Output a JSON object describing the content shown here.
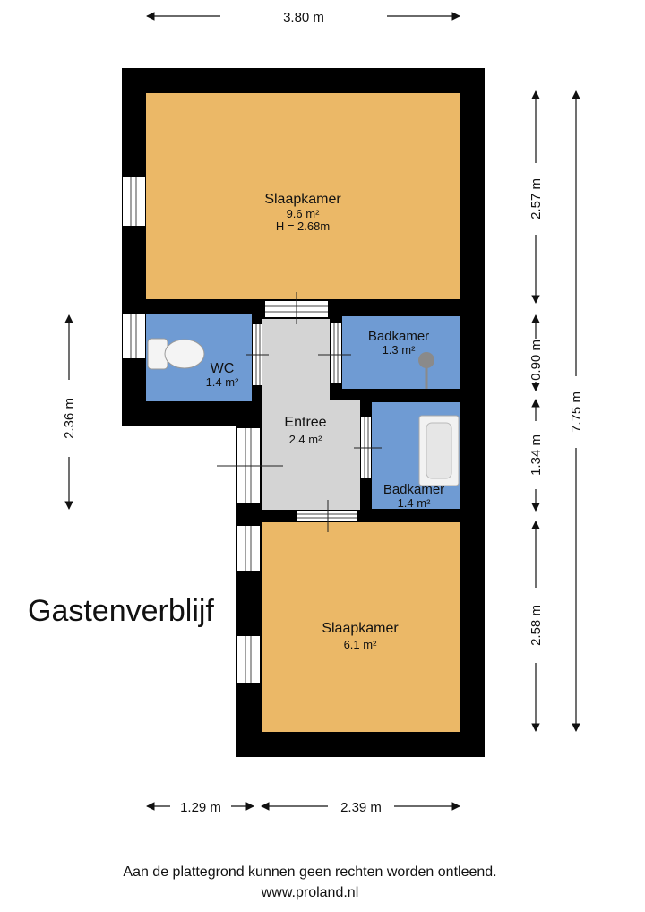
{
  "title": "Gastenverblijf",
  "colors": {
    "wall": "#000000",
    "bedroom": "#ebb867",
    "bathroom": "#6f9bd3",
    "entrance": "#d4d4d4",
    "dimension_line": "#111111"
  },
  "rooms": {
    "bedroom_top": {
      "name": "Slaapkamer",
      "area": "9.6 m²",
      "height": "H = 2.68m"
    },
    "wc": {
      "name": "WC",
      "area": "1.4 m²"
    },
    "bathroom_1": {
      "name": "Badkamer",
      "area": "1.3 m²"
    },
    "entrance": {
      "name": "Entree",
      "area": "2.4 m²"
    },
    "bathroom_2": {
      "name": "Badkamer",
      "area": "1.4 m²"
    },
    "bedroom_bottom": {
      "name": "Slaapkamer",
      "area": "6.1 m²"
    }
  },
  "fixtures": [
    "toilet-icon",
    "shower-icon",
    "bathtub-icon"
  ],
  "dimensions": {
    "top_width": "3.80 m",
    "left_height": "2.36 m",
    "right_segment_1": "2.57 m",
    "right_segment_2": "0.90 m",
    "right_segment_3": "1.34 m",
    "right_segment_4": "2.58 m",
    "right_total": "7.75 m",
    "bottom_left": "1.29 m",
    "bottom_right": "2.39 m"
  },
  "footer": {
    "disclaimer": "Aan de plattegrond kunnen geen rechten worden ontleend.",
    "website": "www.proland.nl"
  }
}
